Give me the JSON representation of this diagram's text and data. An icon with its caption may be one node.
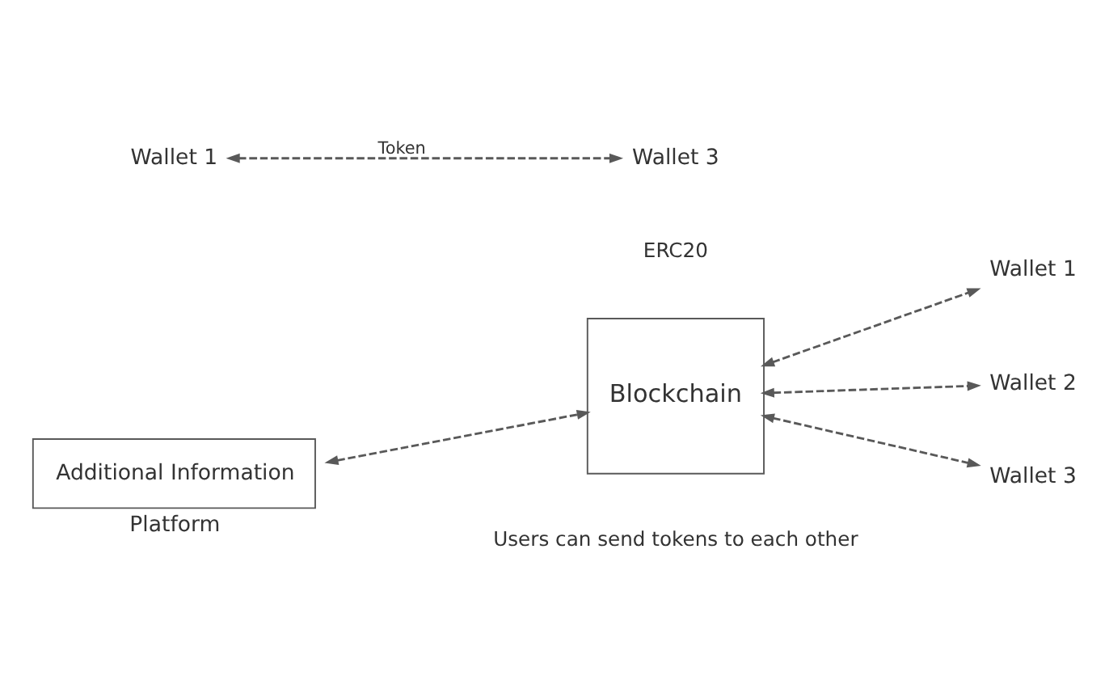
{
  "diagram": {
    "nodes": [
      {
        "text": [
          "Additional Information"
        ],
        "beside": [
          "Platform"
        ]
      },
      {
        "text": [
          "Blockchain"
        ]
      },
      {
        "text": [
          "Wallet 1"
        ]
      },
      {
        "text": [
          "Wallet 2"
        ]
      },
      {
        "text": [
          "Wallet 3"
        ]
      },
      {
        "text": [
          "Wallet 1"
        ]
      },
      {
        "text": [
          "Wallet 3"
        ]
      }
    ],
    "edges": [
      {
        "from": 0,
        "to": 1,
        "arrow": "both",
        "style": "dashed"
      },
      {
        "from": 1,
        "to": 2,
        "arrow": "both",
        "style": "dashed"
      },
      {
        "from": 1,
        "to": 3,
        "arrow": "both",
        "style": "dashed"
      },
      {
        "from": 1,
        "to": 4,
        "arrow": "both",
        "style": "dashed"
      },
      {
        "from": 5,
        "to": 6,
        "arrow": "both",
        "style": "dashed",
        "label": "Token"
      }
    ],
    "labels": [
      "ERC20",
      "Users can send tokens to each other"
    ]
  }
}
